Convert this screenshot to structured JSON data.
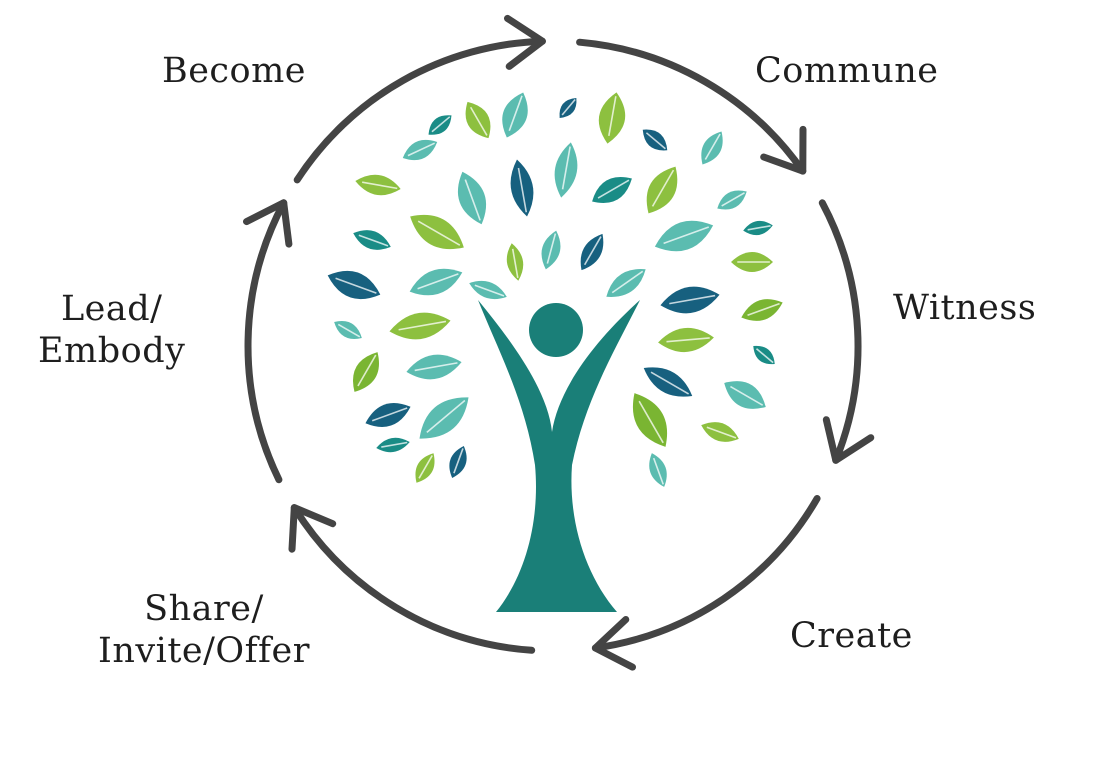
{
  "diagram": {
    "stages": [
      {
        "lines": [
          "Become"
        ]
      },
      {
        "lines": [
          "Commune"
        ]
      },
      {
        "lines": [
          "Witness"
        ]
      },
      {
        "lines": [
          "Create"
        ]
      },
      {
        "lines": [
          "Share/",
          "Invite/Offer"
        ]
      },
      {
        "lines": [
          "Lead/",
          "Embody"
        ]
      }
    ],
    "flow": "clockwise cycle",
    "center_graphic": "tree-person-icon",
    "colors": {
      "arrow": "#444444",
      "trunk": "#1a7f78",
      "leaf_light_green": "#8dc03f",
      "leaf_green": "#7ab532",
      "leaf_teal": "#5bbcb0",
      "leaf_dark_teal": "#1a8c86",
      "leaf_navy": "#17607f",
      "text": "#1e1e1e"
    }
  }
}
